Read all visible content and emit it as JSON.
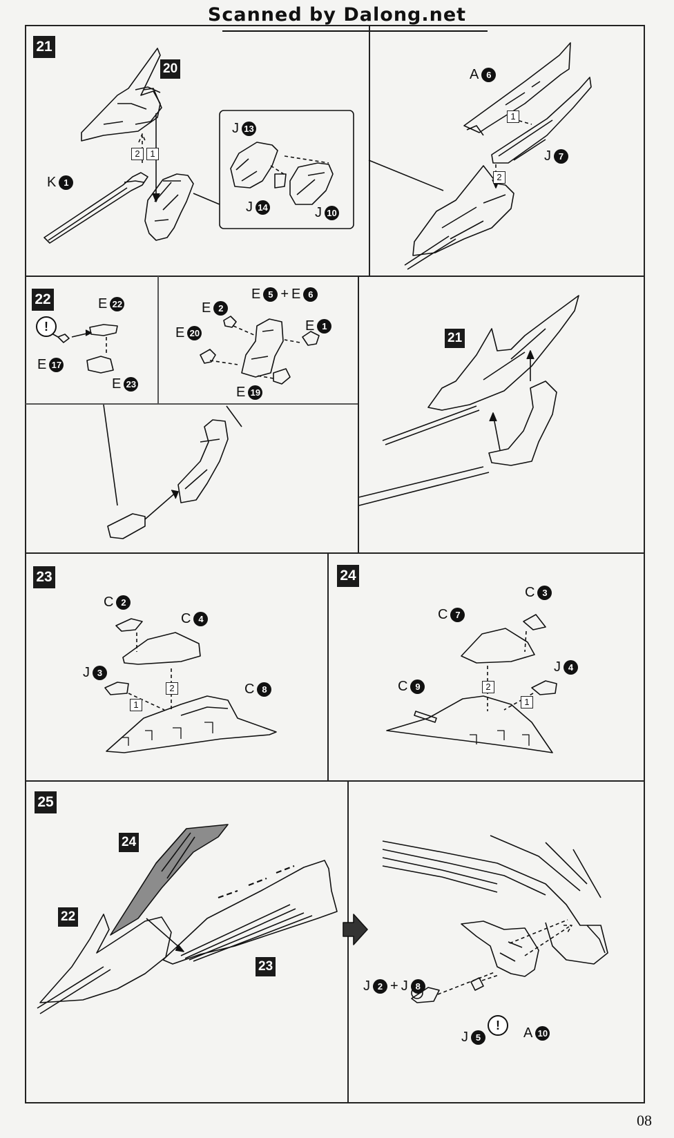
{
  "header": {
    "scan_credit": "Scanned by Dalong.net"
  },
  "page_number": "08",
  "steps": {
    "s21": {
      "number": "21",
      "ref": "20",
      "parts": {
        "k1": {
          "letter": "K",
          "num": "1"
        },
        "j13": {
          "letter": "J",
          "num": "13"
        },
        "j14": {
          "letter": "J",
          "num": "14"
        },
        "j10": {
          "letter": "J",
          "num": "10"
        },
        "a6": {
          "letter": "A",
          "num": "6"
        },
        "j7": {
          "letter": "J",
          "num": "7"
        }
      },
      "order": {
        "o1": "1",
        "o2": "2",
        "o3": "1",
        "o4": "2"
      }
    },
    "s22": {
      "number": "22",
      "ref": "21",
      "warning": "!",
      "parts": {
        "e22": {
          "letter": "E",
          "num": "22"
        },
        "e17": {
          "letter": "E",
          "num": "17"
        },
        "e23": {
          "letter": "E",
          "num": "23"
        },
        "e2": {
          "letter": "E",
          "num": "2"
        },
        "e5": {
          "letter": "E",
          "num": "5"
        },
        "plus": "+",
        "e6": {
          "letter": "E",
          "num": "6"
        },
        "e20": {
          "letter": "E",
          "num": "20"
        },
        "e1": {
          "letter": "E",
          "num": "1"
        },
        "e19": {
          "letter": "E",
          "num": "19"
        }
      }
    },
    "s23": {
      "number": "23",
      "parts": {
        "c2": {
          "letter": "C",
          "num": "2"
        },
        "c4": {
          "letter": "C",
          "num": "4"
        },
        "j3": {
          "letter": "J",
          "num": "3"
        },
        "c8": {
          "letter": "C",
          "num": "8"
        }
      },
      "order": {
        "o1": "1",
        "o2": "2"
      }
    },
    "s24": {
      "number": "24",
      "parts": {
        "c7": {
          "letter": "C",
          "num": "7"
        },
        "c3": {
          "letter": "C",
          "num": "3"
        },
        "j4": {
          "letter": "J",
          "num": "4"
        },
        "c9": {
          "letter": "C",
          "num": "9"
        }
      },
      "order": {
        "o1": "2",
        "o2": "1"
      }
    },
    "s25": {
      "number": "25",
      "refs": {
        "r24": "24",
        "r22": "22",
        "r23": "23"
      },
      "warning": "!",
      "parts": {
        "j2": {
          "letter": "J",
          "num": "2"
        },
        "plus": "+",
        "j8": {
          "letter": "J",
          "num": "8"
        },
        "j5": {
          "letter": "J",
          "num": "5"
        },
        "a10": {
          "letter": "A",
          "num": "10"
        }
      }
    }
  },
  "colors": {
    "ink": "#111111",
    "paper": "#f4f4f2",
    "shade": "#8c8c8c"
  }
}
